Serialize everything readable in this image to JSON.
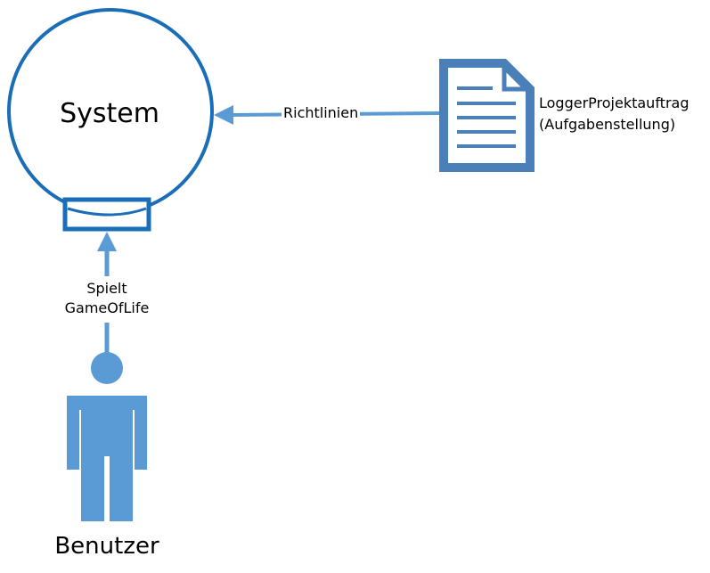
{
  "colors": {
    "system_stroke": "#1A6EB8",
    "arrow": "#5B9BD5",
    "document": "#4A7FB8",
    "actor": "#5B9BD5"
  },
  "system": {
    "label": "System"
  },
  "document": {
    "label_line1": "LoggerProjektauftrag",
    "label_line2": "(Aufgabenstellung)",
    "icon": "document-icon"
  },
  "actor": {
    "label": "Benutzer",
    "icon": "person-icon"
  },
  "edges": {
    "document_to_system": "Richtlinien",
    "actor_to_system_line1": "Spielt",
    "actor_to_system_line2": "GameOfLife"
  }
}
